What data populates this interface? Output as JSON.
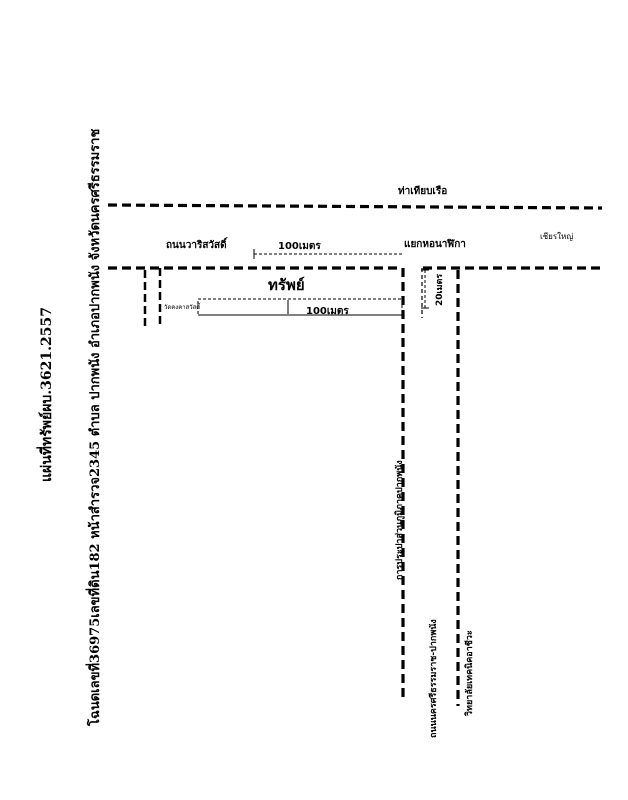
{
  "titles": {
    "sheet": "แผ่นที่ทรัพย์ผบ.3621.2557",
    "deed": "โฉนดเลขที่36975เลขที่ดิน182 หน้าสำรวจ2345 ตำบล ปากพนัง อำเภอปากพนัง จังหวัดนครศรีธรรมราช"
  },
  "labels": {
    "pier": "ท่าเทียบเรือ",
    "chian_yai": "เชียรใหญ่",
    "warisawat_road": "ถนนวาริสวัสดิ์",
    "dist_100_top": "100เมตร",
    "junction": "แยกหอนาฬิกา",
    "dist_20": "20เมตร",
    "property": "ทรัพย์",
    "temple": "วัดคงคาสวัสดิ์",
    "dist_100_bottom": "100เมตร",
    "pea_office": "การประปาส่วนภูมิภาคปากพนัง",
    "nakhon_road": "ถนนนครศรีธรรมราช-ปากพนัง",
    "college": "วิทยาลัยเทคนิคอาชีวะ"
  }
}
